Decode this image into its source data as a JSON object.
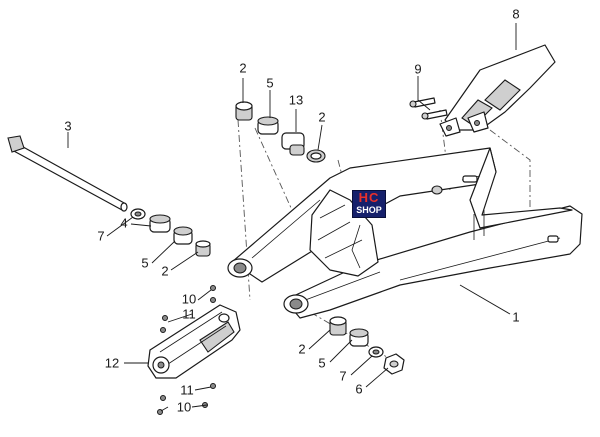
{
  "diagram": {
    "callouts": [
      "1",
      "2",
      "3",
      "4",
      "5",
      "6",
      "7",
      "8",
      "9",
      "10",
      "11",
      "12",
      "13"
    ],
    "logo": {
      "line1": "HC",
      "line2": "SHOP"
    },
    "colors": {
      "ink": "#1a1a1a",
      "shade": "#cfcfcf",
      "logo_bg": "#16206b",
      "logo_accent": "#e8302a"
    }
  }
}
